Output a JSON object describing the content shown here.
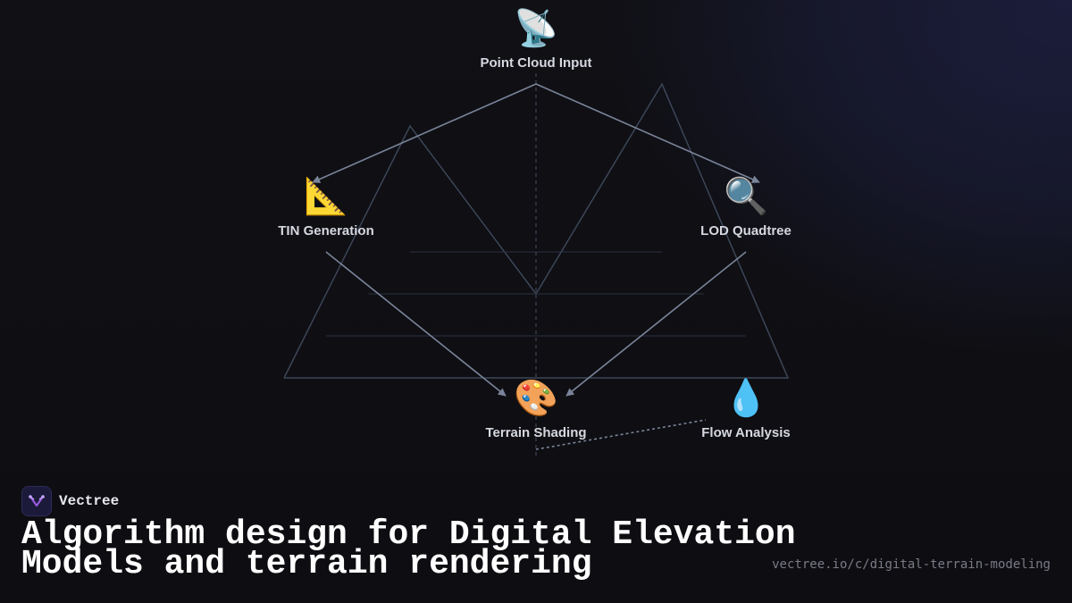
{
  "nodes": {
    "point_cloud": {
      "icon": "satellite-antenna-icon",
      "glyph": "📡",
      "label": "Point Cloud Input"
    },
    "tin": {
      "icon": "triangular-ruler-icon",
      "glyph": "📐",
      "label": "TIN Generation"
    },
    "lod": {
      "icon": "magnifying-glass-icon",
      "glyph": "🔍",
      "label": "LOD Quadtree"
    },
    "shading": {
      "icon": "artist-palette-icon",
      "glyph": "🎨",
      "label": "Terrain Shading"
    },
    "flow": {
      "icon": "droplet-icon",
      "glyph": "💧",
      "label": "Flow Analysis"
    }
  },
  "edges": [
    {
      "from": "Point Cloud Input",
      "to": "TIN Generation"
    },
    {
      "from": "Point Cloud Input",
      "to": "LOD Quadtree"
    },
    {
      "from": "TIN Generation",
      "to": "Terrain Shading"
    },
    {
      "from": "LOD Quadtree",
      "to": "Terrain Shading"
    },
    {
      "from": "Terrain Shading",
      "to": "Flow Analysis",
      "style": "dashed"
    }
  ],
  "colors": {
    "background": "#0f0f13",
    "edge": "#7a8499",
    "mountain_outline": "#3c4658",
    "label": "#d6d8e0",
    "title": "#ffffff",
    "url": "#7a7a86",
    "logo_accent": "#9b5de5"
  },
  "brand": {
    "name": "Vectree",
    "logo_icon": "vectree-logo-icon"
  },
  "title": "Algorithm design for Digital Elevation Models and terrain rendering",
  "url": "vectree.io/c/digital-terrain-modeling"
}
